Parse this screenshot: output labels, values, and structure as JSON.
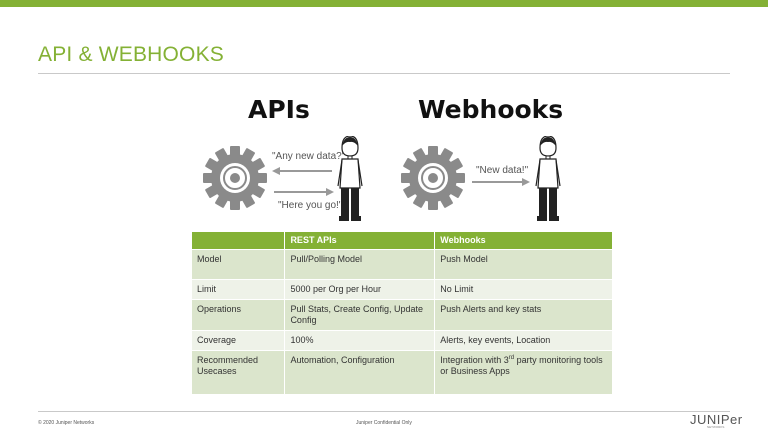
{
  "slide": {
    "title": "API & WEBHOOKS"
  },
  "diagram": {
    "apis_heading": "APIs",
    "webhooks_heading": "Webhooks",
    "apis_request_quote": "\"Any new data?\"",
    "apis_response_quote": "\"Here you go!\"",
    "webhooks_push_quote": "\"New data!\""
  },
  "table": {
    "headers": [
      "",
      "REST APIs",
      "Webhooks"
    ],
    "rows": [
      {
        "label": "Model",
        "rest": "Pull/Polling Model",
        "webhooks": "Push Model"
      },
      {
        "label": "Limit",
        "rest": "5000 per Org per Hour",
        "webhooks": "No Limit"
      },
      {
        "label": "Operations",
        "rest": "Pull Stats, Create Config, Update Config",
        "webhooks": "Push Alerts and key stats"
      },
      {
        "label": "Coverage",
        "rest": "100%",
        "webhooks": "Alerts, key events, Location"
      },
      {
        "label": "Recommended Usecases",
        "rest": "Automation,  Configuration",
        "webhooks_pre": "Integration with 3",
        "webhooks_sup": "rd",
        "webhooks_post": " party monitoring tools or Business Apps"
      }
    ]
  },
  "footer": {
    "copyright": "© 2020 Juniper Networks",
    "classification": "Juniper Confidential Only",
    "logo_text": "JUNIPer",
    "logo_sub": "NETWORKS"
  },
  "colors": {
    "accent_green": "#84b135",
    "row_odd": "#dbe5cc",
    "row_even": "#eef2e8"
  },
  "icons": [
    "gear-icon",
    "person-icon",
    "arrow-left-icon",
    "arrow-right-icon"
  ]
}
